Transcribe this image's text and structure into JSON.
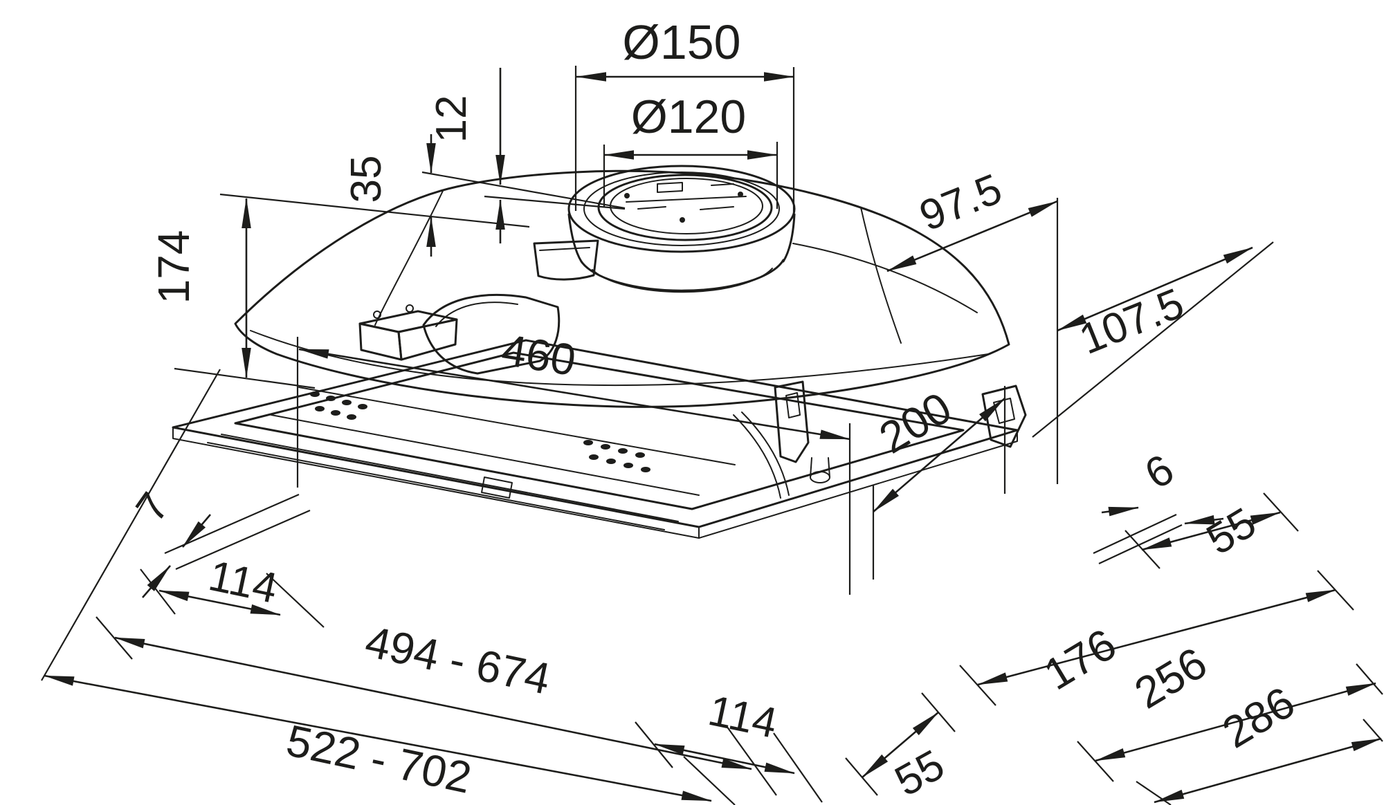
{
  "drawing": {
    "type": "technical-dimension-drawing",
    "subject": "built-in cooker hood, isometric bottom view with installation dimensions",
    "unit": "mm",
    "line_color": "#1d1d1b",
    "background_color": "#ffffff",
    "dimensions": {
      "duct_outer_diameter": {
        "label": "Ø150"
      },
      "duct_inner_diameter": {
        "label": "Ø120"
      },
      "top_recess": {
        "label": "12"
      },
      "top_offset": {
        "label": "35"
      },
      "body_height": {
        "label": "174"
      },
      "rear_top_depth": {
        "label": "97.5"
      },
      "rear_edge_depth": {
        "label": "107.5"
      },
      "inner_width": {
        "label": "460"
      },
      "right_depth": {
        "label": "200"
      },
      "flange_lip": {
        "label": "7"
      },
      "left_inset": {
        "label": "114"
      },
      "cutout_width_range": {
        "label": "494 - 674"
      },
      "overall_width_range": {
        "label": "522 - 702"
      },
      "bottom_inset": {
        "label": "114"
      },
      "front_hole_offset": {
        "label": "55"
      },
      "depth_inner": {
        "label": "176"
      },
      "depth_mid": {
        "label": "256"
      },
      "depth_overall": {
        "label": "286"
      },
      "rear_hole_offset": {
        "label": "55"
      },
      "flange_gap": {
        "label": "6"
      }
    }
  }
}
